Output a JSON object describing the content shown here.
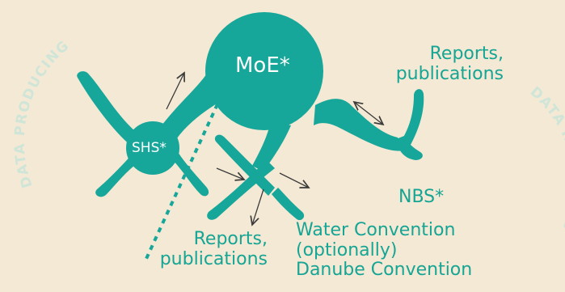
{
  "colors": {
    "background": "#f4e9d4",
    "teal": "#17a79a",
    "arc_label": "#cfe5d8",
    "arrow": "#3b3b3b",
    "node_text": "#ffffff"
  },
  "arcs": {
    "left": "DATA PRODUCING",
    "right": "DATA REPORTING"
  },
  "nodes": {
    "moe": "MoE*",
    "shs": "SHS*",
    "nbs": "NBS*"
  },
  "labels": {
    "reports_top": [
      "Reports,",
      "publications"
    ],
    "reports_bottom": [
      "Reports,",
      "publications"
    ],
    "conventions": [
      "Water Convention",
      "(optionally)",
      "Danube Convention"
    ]
  }
}
